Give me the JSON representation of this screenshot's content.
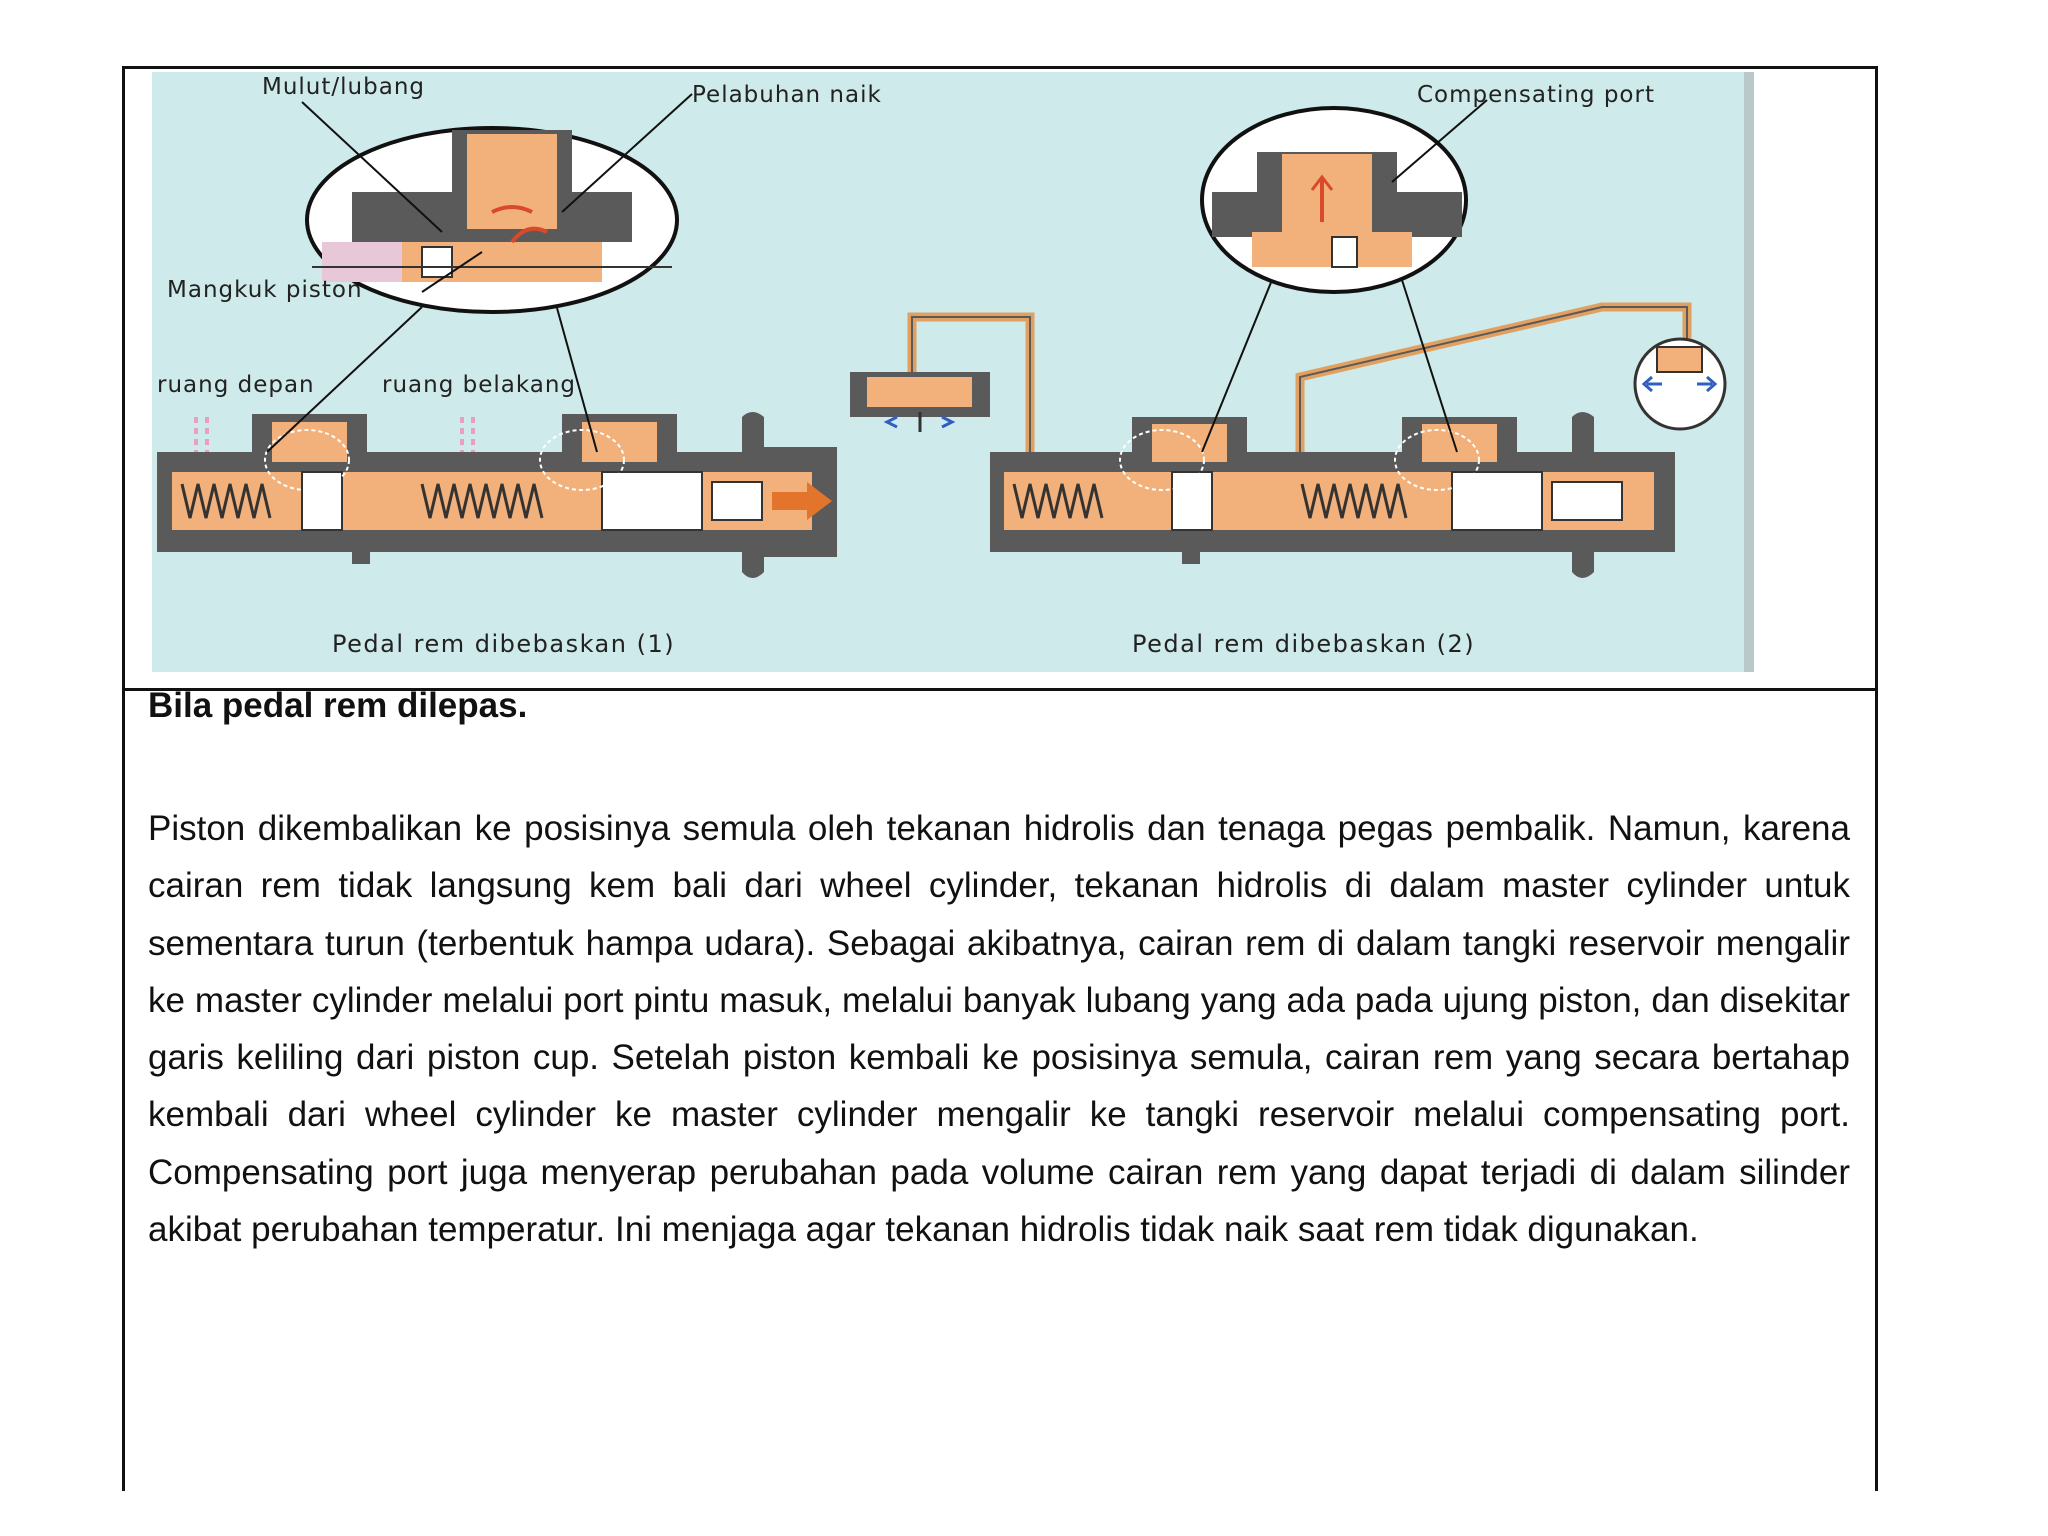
{
  "figure": {
    "labels": {
      "mulut_lubang": "Mulut/lubang",
      "pelabuhan": "Pelabuhan naik",
      "compensating": "Compensating port",
      "mangkuk": "Mangkuk piston",
      "depan": "ruang depan",
      "belakang": "ruang belakang"
    },
    "captions": {
      "left": "Pedal rem dibebaskan (1)",
      "right": "Pedal rem dibebaskan (2)"
    },
    "colors": {
      "background": "#cfeaea",
      "body": "#5a5a5a",
      "fluid": "#f2b07a",
      "arrow": "#e2742b",
      "flow_red": "#d94a2b",
      "blue_arrow": "#2f5fbf"
    }
  },
  "text": {
    "heading": "Bila pedal rem dilepas.",
    "paragraph": "Piston dikembalikan ke posisinya semula oleh tekanan hidrolis dan tenaga pegas pembalik. Namun, karena cairan rem tidak langsung kem bali dari wheel cylinder, tekanan hidrolis di dalam master cylinder untuk sementara turun (terbentuk hampa udara). Sebagai akibatnya, cairan rem di dalam tangki reservoir mengalir ke master cylinder melalui port pintu masuk, melalui banyak lubang yang ada pada ujung piston, dan disekitar garis keliling dari piston cup. Setelah piston kembali ke posisinya semula, cairan rem yang secara bertahap kembali dari wheel cylinder ke master cylinder mengalir ke tangki reservoir melalui compensating port. Compensating port juga menyerap perubahan pada volume cairan rem yang dapat terjadi di dalam silinder akibat perubahan temperatur. Ini menjaga agar tekanan hidrolis tidak naik saat rem tidak digunakan."
  }
}
